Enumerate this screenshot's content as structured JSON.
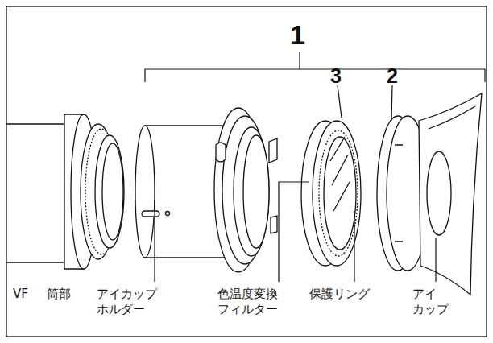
{
  "diagram": {
    "labels": [
      "1",
      "3",
      "2",
      "VF 筒部",
      "アイカップ ホルダー",
      "色温度変換 フィルター",
      "保護リング",
      "アイ カップ"
    ]
  }
}
